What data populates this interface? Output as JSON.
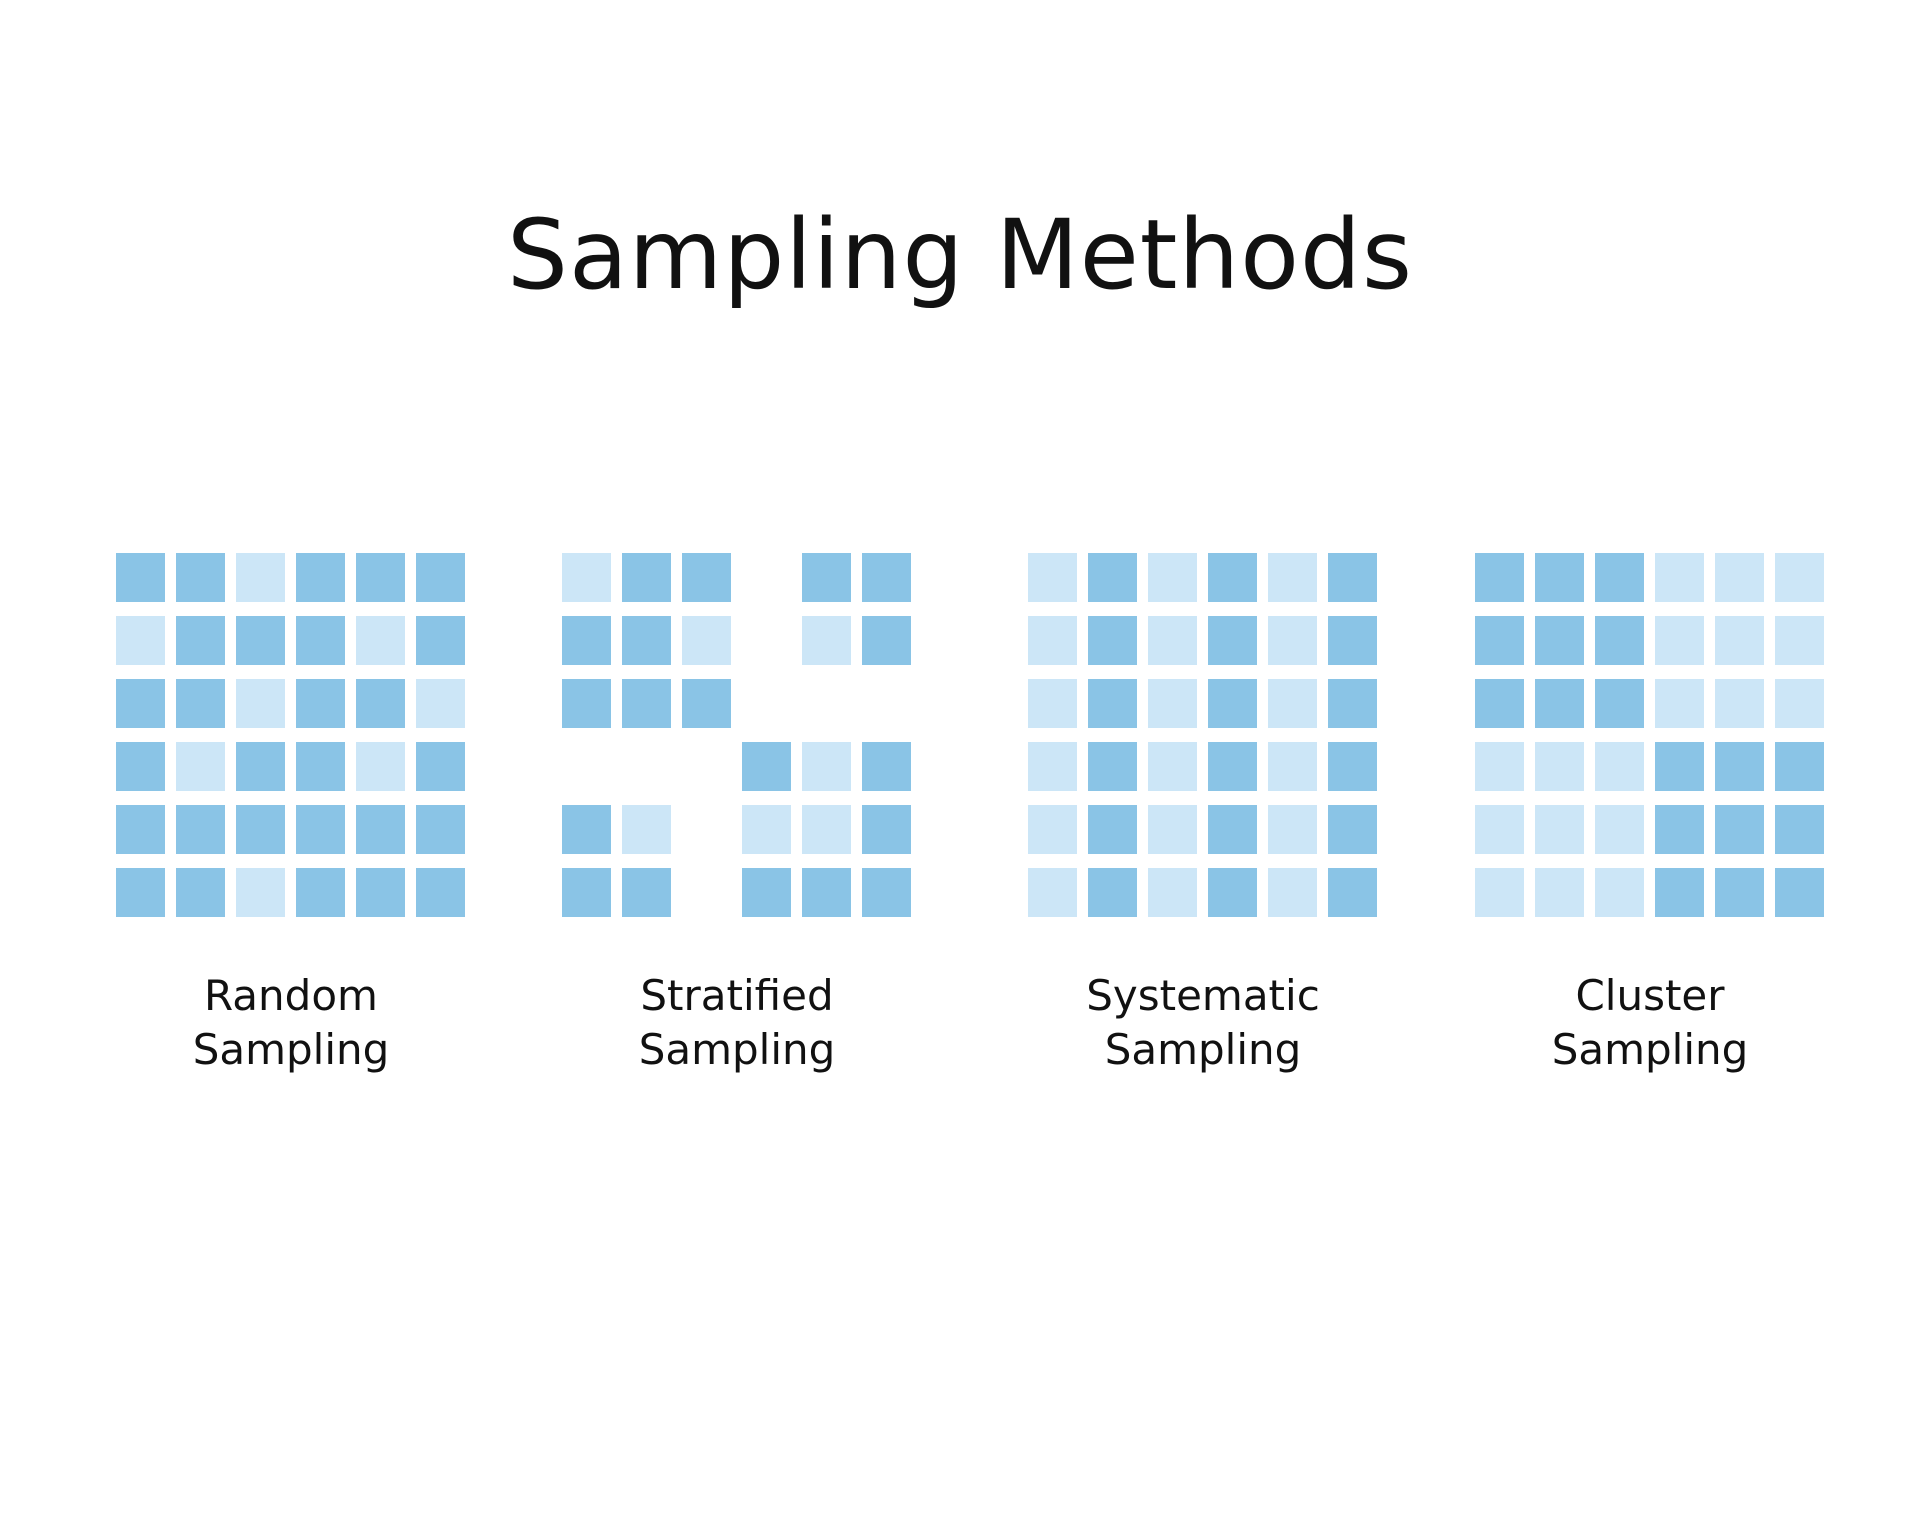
{
  "title": "Sampling Methods",
  "colors": {
    "dark": "#8ac4e6",
    "light": "#cce6f7",
    "text": "#111111",
    "background": "#ffffff"
  },
  "methods": [
    {
      "id": "random",
      "label_line1": "Random",
      "label_line2": "Sampling",
      "grid": [
        "DDLDDD",
        "LDDDLD",
        "DDLDDL",
        "DLDDLD",
        "DDDDDD",
        "DDLDDD"
      ]
    },
    {
      "id": "stratified",
      "label_line1": "Stratified",
      "label_line2": "Sampling",
      "grid": [
        "LDD.DD",
        "DDL.LD",
        "DDD...",
        "...DLD",
        "DL.LLD",
        "DD.DDD"
      ]
    },
    {
      "id": "systematic",
      "label_line1": "Systematic",
      "label_line2": "Sampling",
      "grid": [
        "LDLDLD",
        "LDLDLD",
        "LDLDLD",
        "LDLDLD",
        "LDLDLD",
        "LDLDLD"
      ]
    },
    {
      "id": "cluster",
      "label_line1": "Cluster",
      "label_line2": "Sampling",
      "grid": [
        "DDDLLL",
        "DDDLLL",
        "DDDLLL",
        "LLLDDD",
        "LLLDDD",
        "LLLDDD"
      ]
    }
  ]
}
